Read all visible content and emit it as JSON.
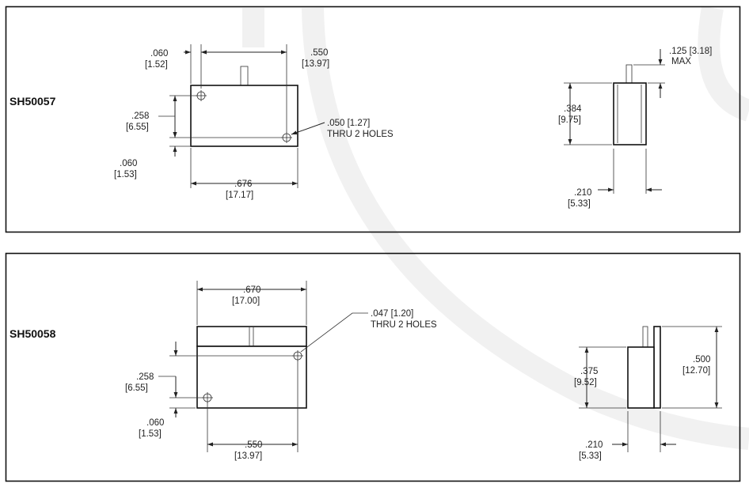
{
  "colors": {
    "line": "#222222",
    "background": "#ffffff",
    "watermark": "#f1f1f1"
  },
  "panel1": {
    "part_number": "SH50057",
    "dims": {
      "d060_top": ".060",
      "d060_top_mm": "[1.52]",
      "d550": ".550",
      "d550_mm": "[13.97]",
      "d258": ".258",
      "d258_mm": "[6.55]",
      "d060_bot": ".060",
      "d060_bot_mm": "[1.53]",
      "d676": ".676",
      "d676_mm": "[17.17]",
      "holes_1": ".050  [1.27]",
      "holes_2": "THRU  2  HOLES",
      "d125": ".125  [3.18]",
      "max": "MAX",
      "d384": ".384",
      "d384_mm": "[9.75]",
      "d210": ".210",
      "d210_mm": "[5.33]"
    }
  },
  "panel2": {
    "part_number": "SH50058",
    "dims": {
      "d670": ".670",
      "d670_mm": "[17.00]",
      "holes_1": ".047  [1.20]",
      "holes_2": "THRU  2  HOLES",
      "d258": ".258",
      "d258_mm": "[6.55]",
      "d060": ".060",
      "d060_mm": "[1.53]",
      "d550": ".550",
      "d550_mm": "[13.97]",
      "d375": ".375",
      "d375_mm": "[9.52]",
      "d500": ".500",
      "d500_mm": "[12.70]",
      "d210": ".210",
      "d210_mm": "[5.33]"
    }
  }
}
